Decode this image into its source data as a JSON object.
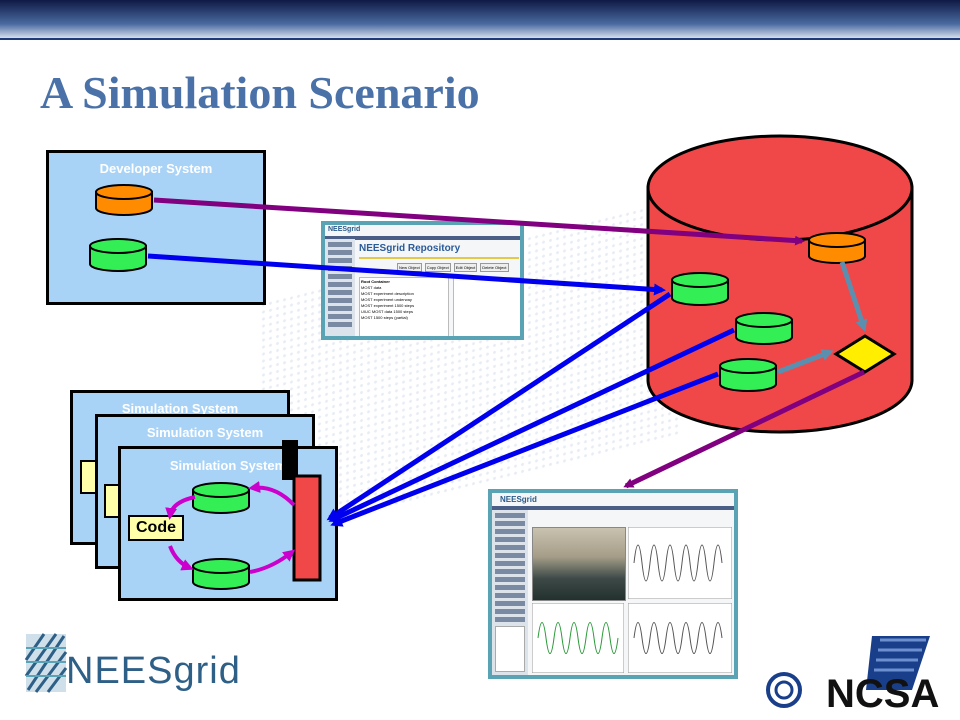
{
  "slide": {
    "title": "A Simulation Scenario"
  },
  "developer_system": {
    "label": "Developer System"
  },
  "simulation_systems": [
    {
      "label": "Simulation System"
    },
    {
      "label": "Simulation System"
    },
    {
      "label": "Simulation System"
    }
  ],
  "code_box": {
    "label": "Code"
  },
  "repository_screenshot": {
    "logo": "NEESgrid",
    "title": "NEESgrid Repository",
    "buttons": [
      "New Object",
      "Copy Object",
      "Edit Object",
      "Delete Object"
    ],
    "tree_root": "Root Container",
    "tree_items": [
      "MOST data",
      "MOST experiment description",
      "MOST experiment underway",
      "MOST experiment 1500 steps",
      "UIUC MOST data 1500 steps",
      "MOST 1500 steps (partial)"
    ]
  },
  "viewer_screenshot": {
    "logo": "NEESgrid"
  },
  "logos": {
    "neesgrid": "NEESgrid",
    "ncsa": "NCSA"
  },
  "colors": {
    "repository_fill": "#f04848",
    "system_fill": "#a8d3f7",
    "orange_cyl": "#ff8c00",
    "green_cyl": "#33ee55",
    "purple_arrow": "#800080",
    "blue_arrow": "#0000ee",
    "title": "#4a72a8"
  }
}
